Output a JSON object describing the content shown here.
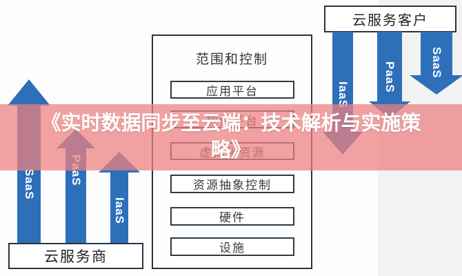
{
  "overlay": {
    "title": "《实时数据同步至云端：技术解析与实施策略》",
    "title_line1": "《实时数据同步至云端：技术解析与实施策",
    "title_line2": "略》",
    "band_color": "#f0a0a0",
    "text_color": "#ffffff"
  },
  "diagram": {
    "panel_title": "范围和控制",
    "provider_label": "云服务商",
    "customer_label": "云服务客户",
    "stack_layers": [
      "应用平台",
      "软件平台",
      "虚拟化资源",
      "资源抽象控制",
      "硬件",
      "设施"
    ],
    "left_arrows": [
      "SaaS",
      "PaaS",
      "IaaS"
    ],
    "right_arrows": [
      "IaaS",
      "PaaS",
      "SaaS"
    ],
    "arrow_color": "#2e6fba",
    "border_color": "#26343f"
  }
}
